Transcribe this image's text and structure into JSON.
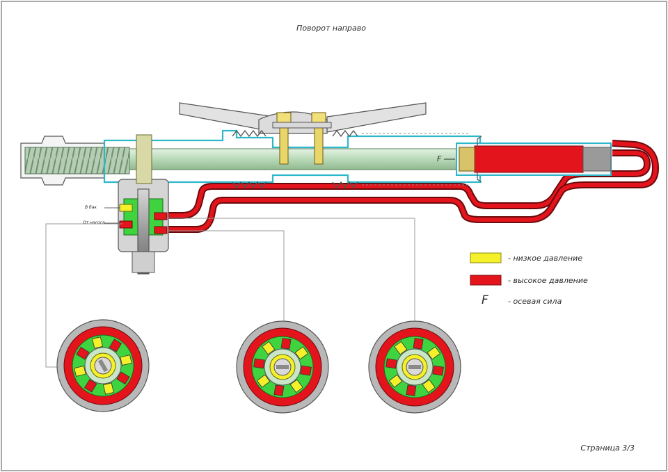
{
  "title": "Поворот направо",
  "page_number": "Страница 3/3",
  "labels": {
    "return_port": "В бак",
    "pump_port": "От насоса",
    "force_mark": "F"
  },
  "legend": {
    "items": [
      {
        "key": "low",
        "color": "#f4f02a",
        "text": "- низкое давление"
      },
      {
        "key": "high",
        "color": "#e3141c",
        "text": "- высокое давление"
      },
      {
        "key": "force",
        "symbol": "F",
        "text": "- осевая сила"
      }
    ]
  },
  "colors": {
    "low_pressure": "#f4f02a",
    "high_pressure": "#e3141c",
    "valve_body": "#3fd43f",
    "rack_tube": "#cfe8cf",
    "housing_outline": "#2db8c9",
    "casing": "#b8b8b8"
  }
}
